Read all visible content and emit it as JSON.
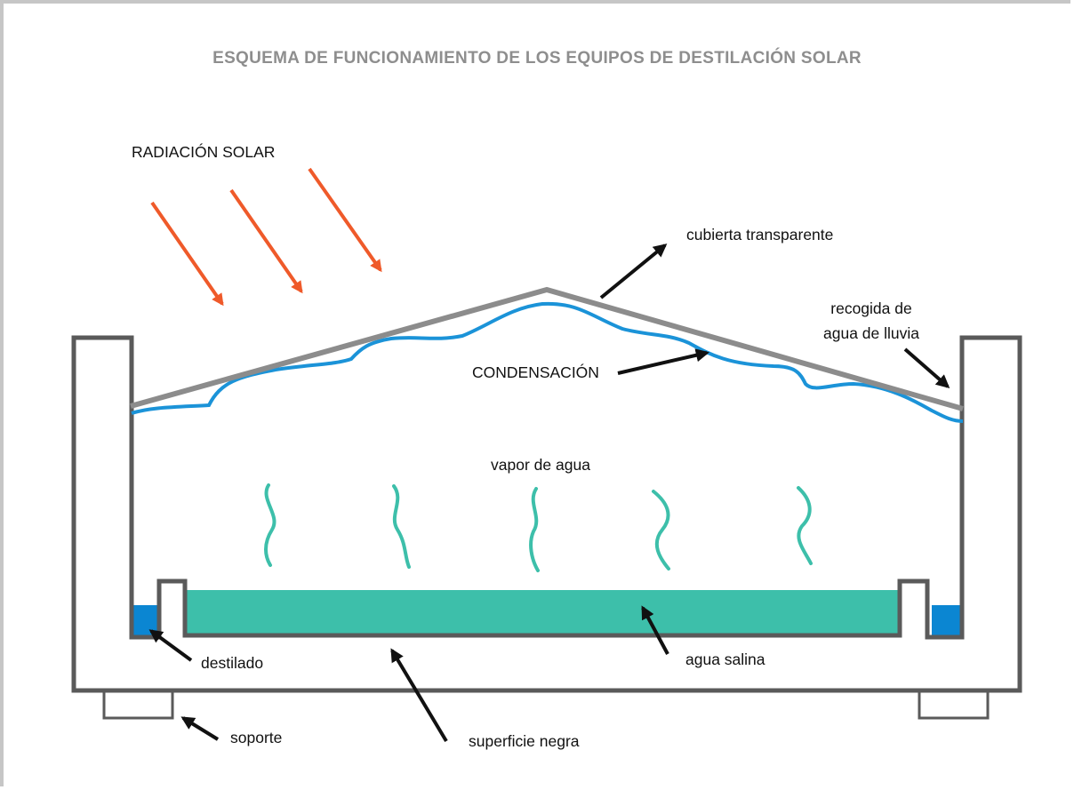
{
  "title": "ESQUEMA DE FUNCIONAMIENTO DE LOS EQUIPOS DE DESTILACIÓN SOLAR",
  "labels": {
    "radiacion": "RADIACIÓN SOLAR",
    "cubierta": "cubierta transparente",
    "recogida_line1": "recogida de",
    "recogida_line2": "agua de lluvia",
    "condensacion": "CONDENSACIÓN",
    "vapor": "vapor de agua",
    "destilado": "destilado",
    "agua_salina": "agua salina",
    "soporte": "soporte",
    "superficie": "superficie negra"
  },
  "colors": {
    "frame_border": "#c6c6c6",
    "title": "#8e8e8e",
    "structure": "#5a5a5a",
    "cover": "#8c8c8c",
    "condensation": "#1b93d8",
    "vapor": "#3dbfaa",
    "saline_water": "#3dbfaa",
    "distillate": "#0b86d2",
    "solar_arrow": "#ef5a2a",
    "pointer_arrow": "#111111"
  }
}
